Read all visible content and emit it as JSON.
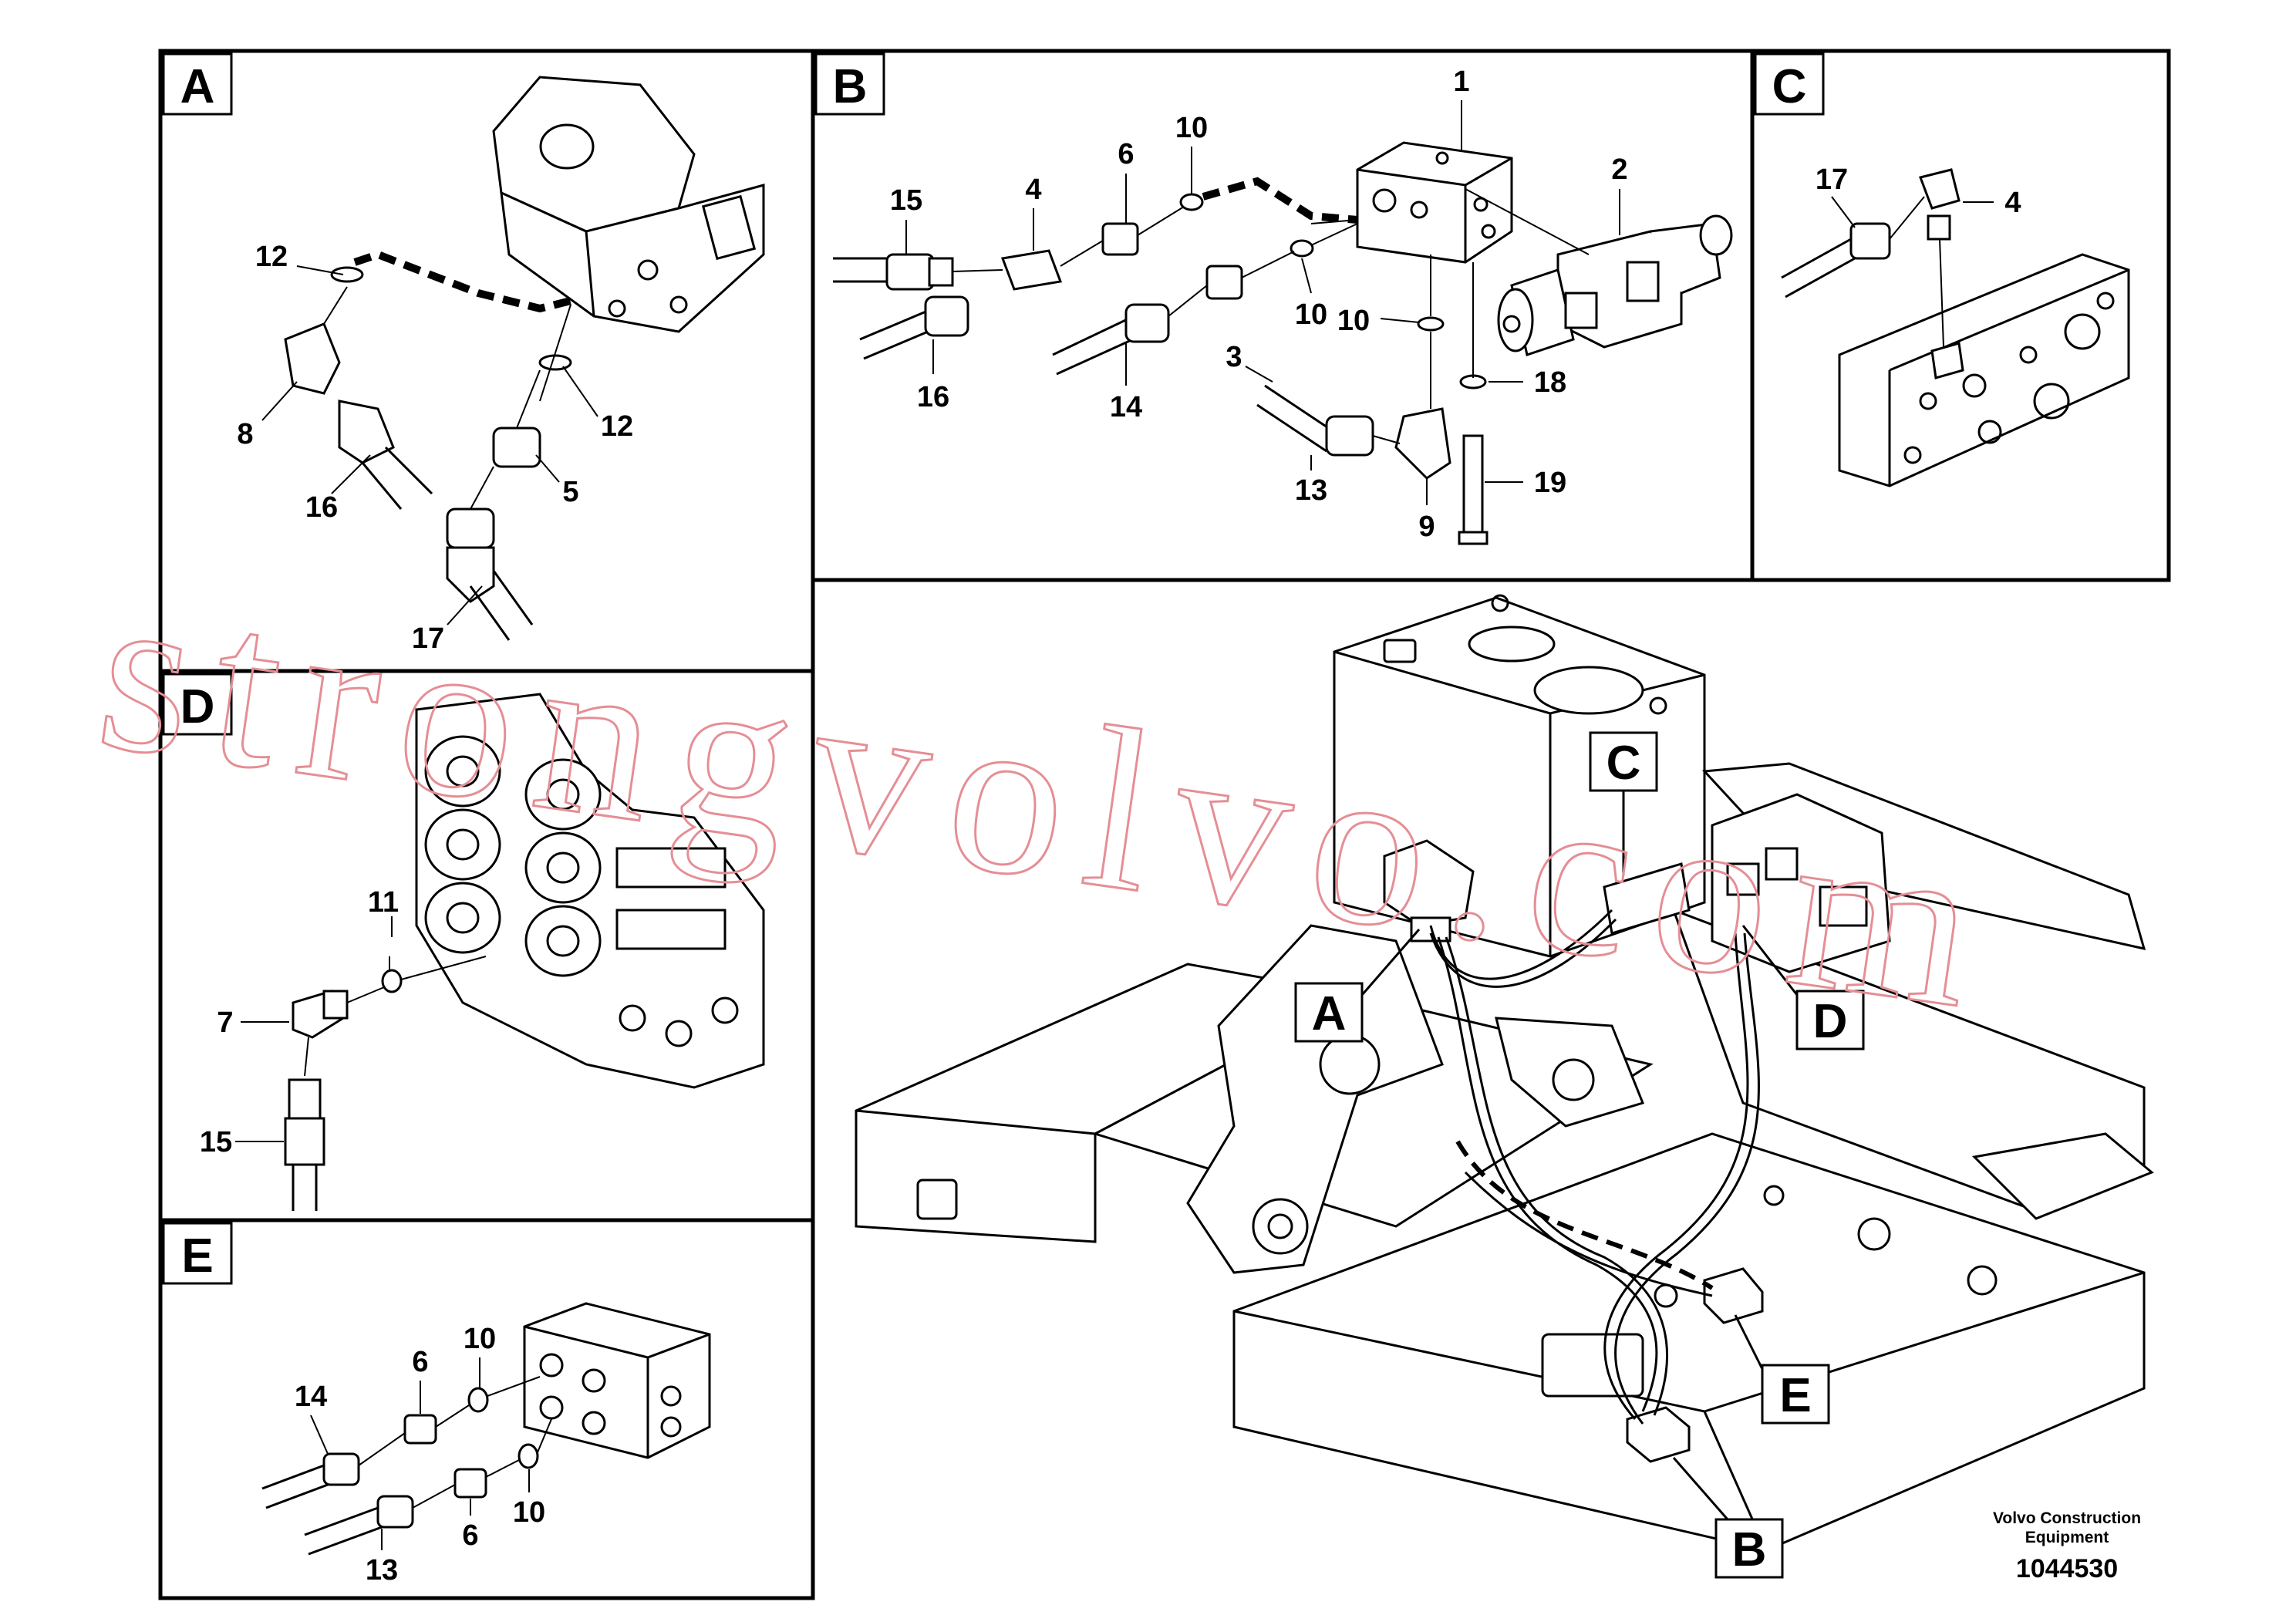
{
  "panels": {
    "A": "A",
    "B": "B",
    "C": "C",
    "D": "D",
    "E": "E"
  },
  "main_tags": {
    "A": "A",
    "B": "B",
    "C": "C",
    "D": "D",
    "E": "E"
  },
  "callouts": {
    "A": [
      "12",
      "12",
      "8",
      "16",
      "5",
      "17"
    ],
    "B": [
      "1",
      "2",
      "4",
      "6",
      "10",
      "15",
      "16",
      "14",
      "3",
      "10",
      "10",
      "13",
      "9",
      "18",
      "19"
    ],
    "C": [
      "17",
      "4"
    ],
    "D": [
      "11",
      "7",
      "15"
    ],
    "E": [
      "6",
      "10",
      "14",
      "6",
      "10",
      "13"
    ]
  },
  "brand": {
    "line1": "Volvo Construction",
    "line2": "Equipment",
    "doc_number": "1044530"
  },
  "watermark": "strongvolvo.com",
  "colors": {
    "ink": "#000000",
    "watermark": "#e58e95",
    "paper": "#ffffff"
  }
}
